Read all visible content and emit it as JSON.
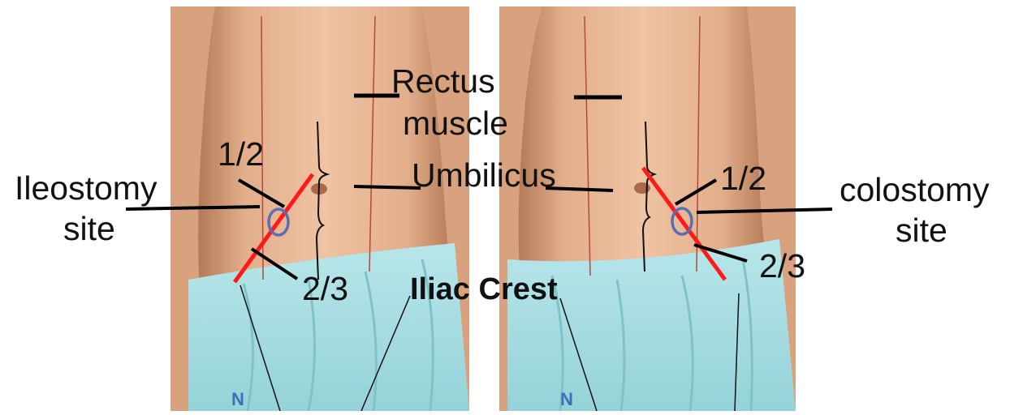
{
  "left_panel": {
    "site_label_line1": "Ileostomy",
    "site_label_line2": "site",
    "fraction_upper": "1/2",
    "fraction_lower": "2/3"
  },
  "right_panel": {
    "site_label_line1": "colostomy",
    "site_label_line2": "site",
    "fraction_upper": "1/2",
    "fraction_lower": "2/3"
  },
  "center_labels": {
    "rectus_line1": "Rectus",
    "rectus_line2": "muscle",
    "umbilicus": "Umbilicus",
    "iliac_crest": "Iliac Crest"
  },
  "colors": {
    "skin": "#e7b592",
    "skin_shadow": "#c98f6b",
    "gown": "#a9dfe3",
    "gown_fold": "#7fc3c9",
    "rectus_line": "#b34a3a",
    "measure_line": "#ff1a1a",
    "stoma_ring": "#5a6fb0",
    "pointer": "#000000"
  }
}
